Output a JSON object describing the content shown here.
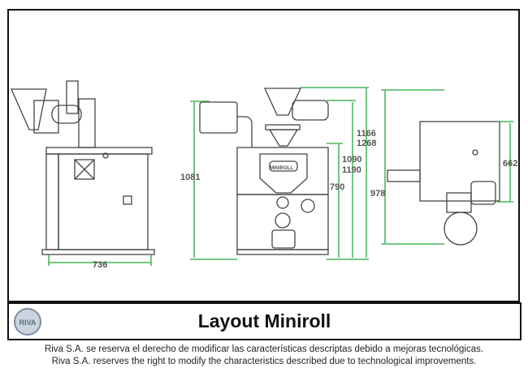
{
  "title": "Layout Miniroll",
  "logo_text": "RIVA",
  "footer": {
    "es": "Riva S.A. se reserva el derecho de modificar las características descriptas debido a mejoras tecnológicas.",
    "en": "Riva S.A. reserves the right to modify the characteristics described due to technological improvements."
  },
  "dimensions": {
    "side_width": "736",
    "front_height_panel": "1081",
    "front_height_top_a": "1166",
    "front_height_top_b": "1268",
    "front_height_mid_a": "1090",
    "front_height_mid_b": "1190",
    "front_height_body": "790",
    "top_depth": "978",
    "top_width": "662"
  },
  "machine_label": "MINIROLL",
  "colors": {
    "dimension": "#22a838",
    "line": "#444444"
  }
}
